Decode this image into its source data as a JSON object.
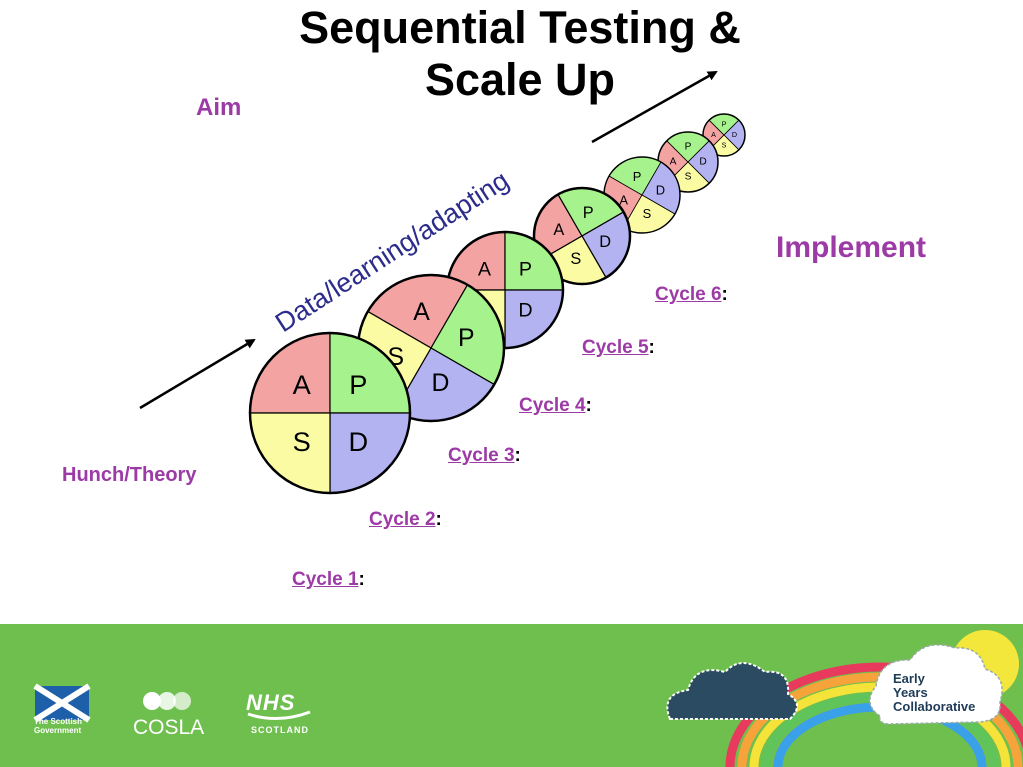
{
  "title": {
    "line1": "Sequential Testing  &",
    "line2": "Scale Up"
  },
  "labels": {
    "aim": "Aim",
    "implement": "Implement",
    "hunch": "Hunch/Theory",
    "arrow": "Data/learning/adapting"
  },
  "pdsa": {
    "plan": "P",
    "do": "D",
    "study": "S",
    "act": "A"
  },
  "cycles": [
    {
      "name": "Cycle 1",
      "suffix": ":"
    },
    {
      "name": "Cycle 2",
      "suffix": ":"
    },
    {
      "name": "Cycle 3",
      "suffix": ":"
    },
    {
      "name": "Cycle 4",
      "suffix": ":"
    },
    {
      "name": "Cycle 5",
      "suffix": ":"
    },
    {
      "name": "Cycle 6",
      "suffix": ":"
    }
  ],
  "footer": {
    "scottish_gov": "The Scottish Government",
    "cosla": "COSLA",
    "nhs": "NHS",
    "nhs_sub": "SCOTLAND",
    "eyc": [
      "Early",
      "Years",
      "Collaborative"
    ]
  },
  "colors": {
    "act": "#f4a3a3",
    "plan": "#a6f28c",
    "do": "#b3b3f2",
    "study": "#fbfba3",
    "accent_text": "#9c3aa6",
    "arrow_text": "#2c2c8c",
    "footer": "#6fbf4f"
  }
}
